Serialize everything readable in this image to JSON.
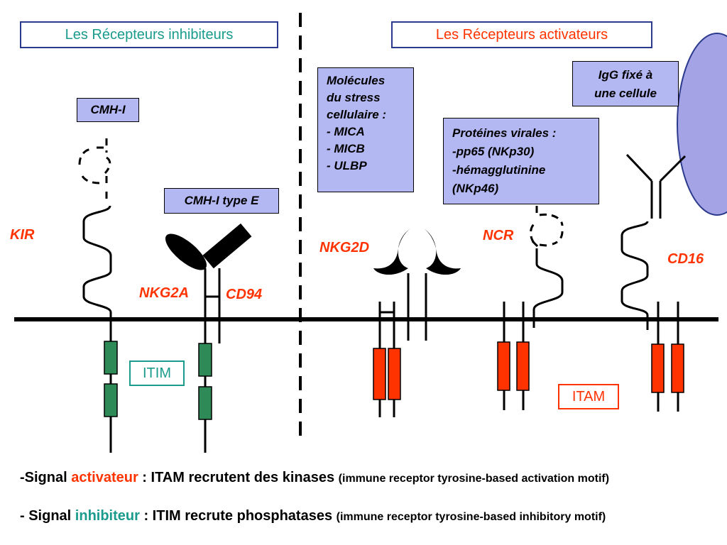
{
  "titles": {
    "inhibitory": "Les Récepteurs inhibiteurs",
    "activating": "Les Récepteurs activateurs"
  },
  "ligands": {
    "cmh1": "CMH-I",
    "cmh1_type_e": "CMH-I type E",
    "stress": [
      "Molécules",
      "du stress",
      "cellulaire :",
      "- MICA",
      "- MICB",
      "- ULBP"
    ],
    "viral": [
      "Protéines virales :",
      "-pp65 (NKp30)",
      "-hémagglutinine",
      "(NKp46)"
    ],
    "igg": [
      "IgG fixé à",
      "une cellule"
    ]
  },
  "receptors": {
    "kir": "KIR",
    "nkg2a": "NKG2A",
    "cd94": "CD94",
    "nkg2d": "NKG2D",
    "ncr": "NCR",
    "cd16": "CD16"
  },
  "motifs": {
    "itim": "ITIM",
    "itam": "ITAM"
  },
  "bottom": {
    "line1": {
      "prefix": "-Signal ",
      "colored": "activateur",
      "main": " : ITAM recrutent des kinases ",
      "small": "(immune receptor tyrosine-based activation motif)"
    },
    "line2": {
      "prefix": "- Signal ",
      "colored": "inhibiteur",
      "main": " : ITIM recrute phosphatases ",
      "small": "(immune receptor tyrosine-based inhibitory motif)"
    }
  },
  "colors": {
    "title_inhibitory": "#1a9b8c",
    "title_activating": "#ff3300",
    "itim_green": "#2e8b57",
    "itam_red": "#ff3300",
    "ligand_box": "#b3b7f2",
    "cell": "#a3a3e6",
    "label_red": "#ff3300"
  }
}
